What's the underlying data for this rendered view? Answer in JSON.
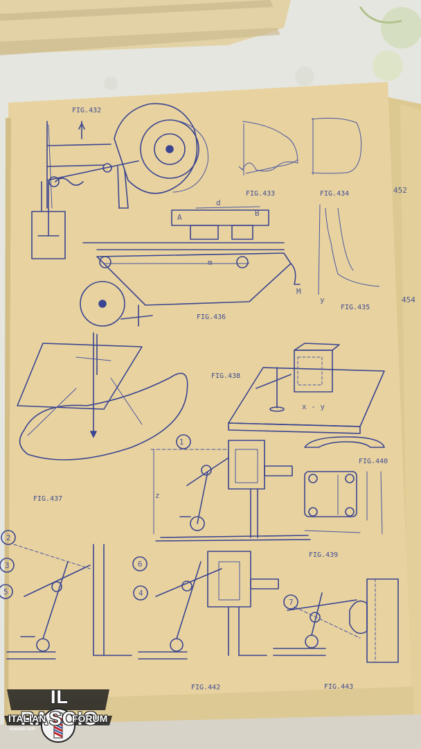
{
  "figures": {
    "fig433": "FIG.433",
    "fig434": "FIG.434",
    "fig435": "FIG.435",
    "fig436": "FIG.436",
    "fig437": "FIG.437",
    "fig438": "FIG.438",
    "fig439": "FIG.439",
    "fig440": "FIG.440",
    "fig442": "FIG.442",
    "fig443": "FIG.443",
    "fig_top": "FIG.432"
  },
  "side_numbers": {
    "n452": "452",
    "n454": "454"
  },
  "circled_numbers": {
    "c1": "1",
    "c2": "2",
    "c3": "3",
    "c4": "4",
    "c5": "5",
    "c6": "6",
    "c7": "7"
  },
  "drawing_letters": {
    "xy": "x - y",
    "z": "z",
    "y": "y",
    "m": "m",
    "M": "M",
    "d": "d",
    "A": "A",
    "B": "B"
  },
  "watermark": {
    "title": "IL RASOIO",
    "left": "ITALIAN",
    "right": "FORUM",
    "site": "ilrasoio.com"
  },
  "colors": {
    "paper": "#e8d3a0",
    "ink": "#3a4490",
    "background": "#e9e8e2"
  }
}
